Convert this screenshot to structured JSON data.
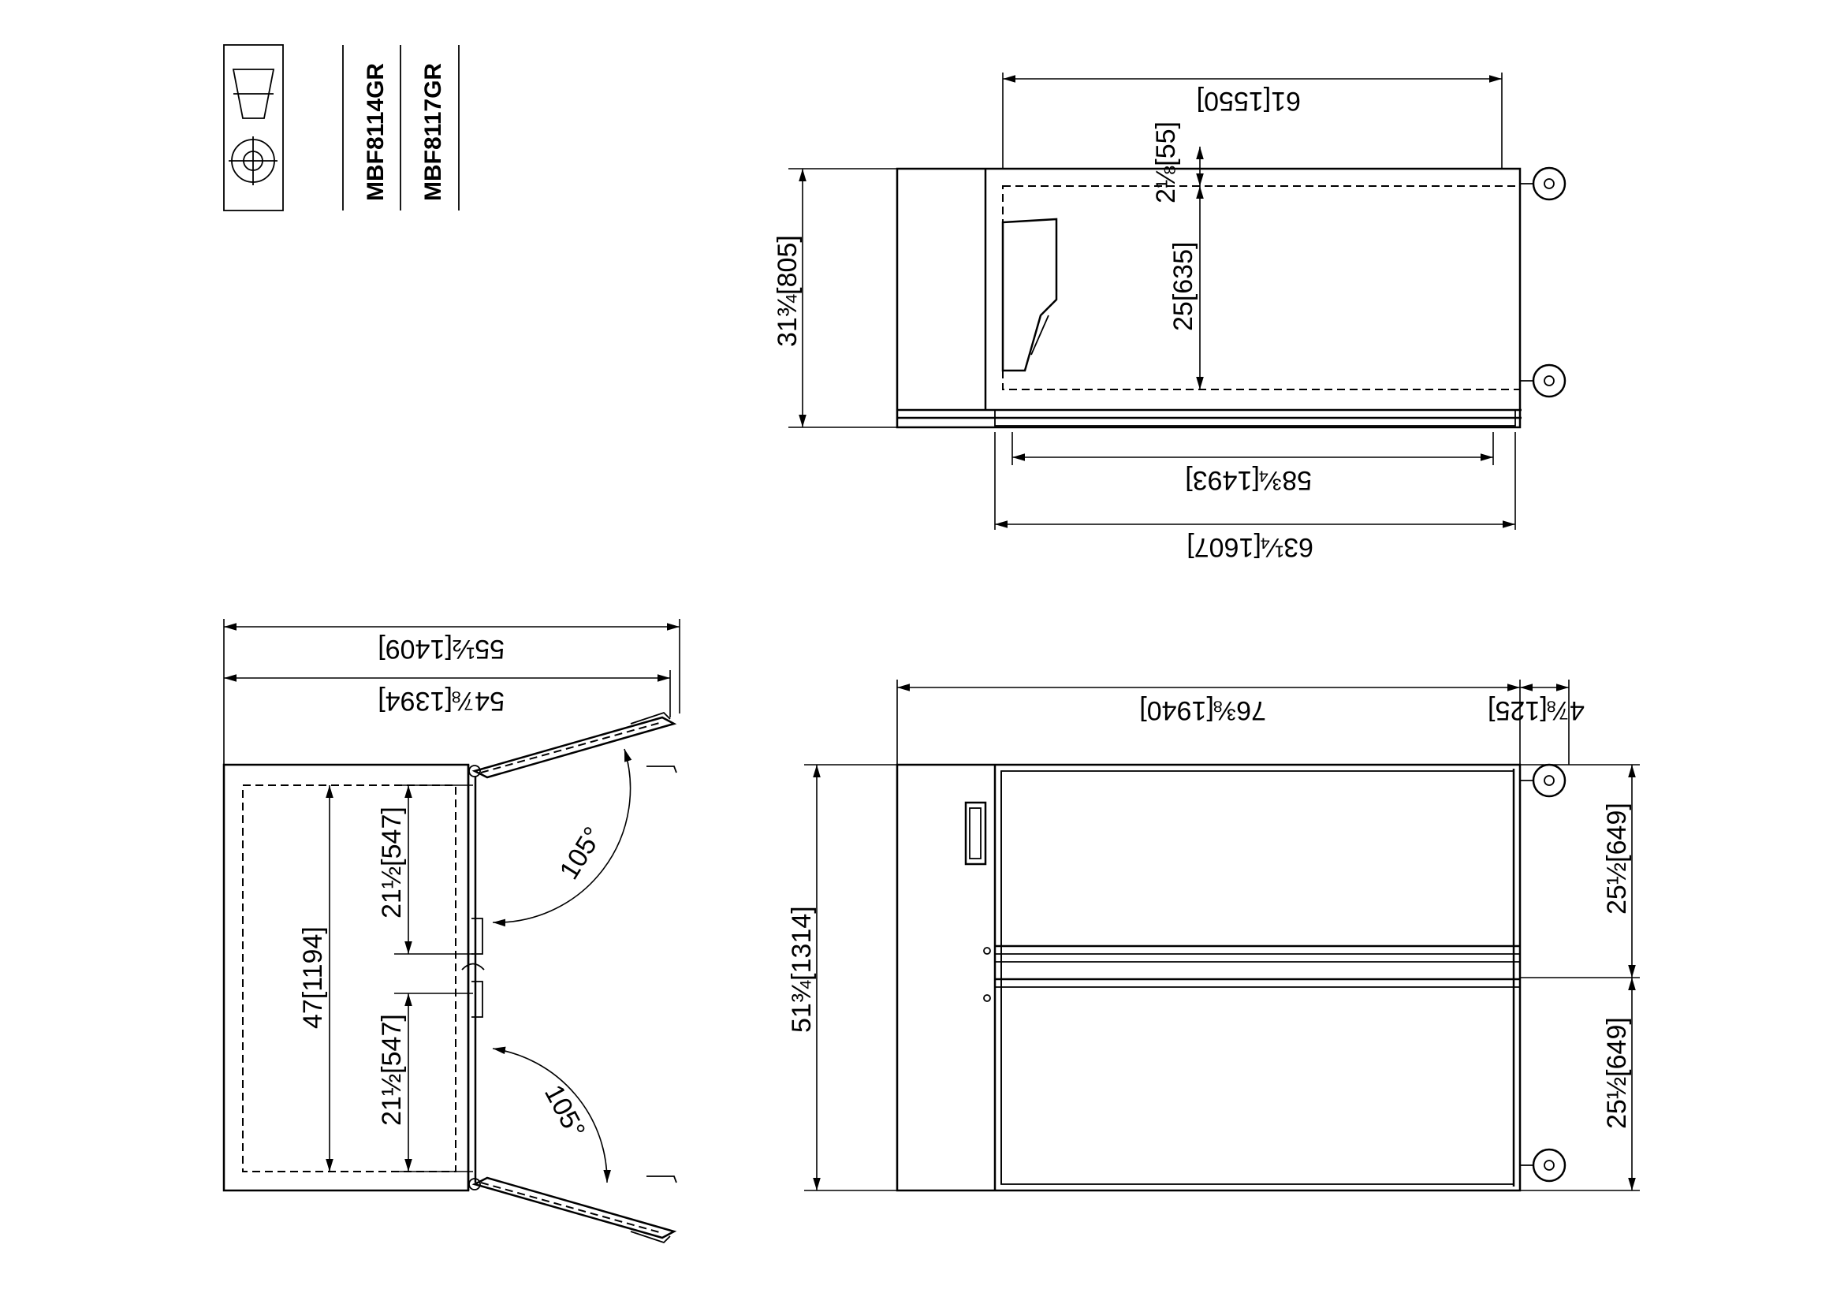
{
  "models": [
    "MBF8114GR",
    "MBF8117GR"
  ],
  "dims": {
    "top_width_outer": "61[1550]",
    "top_55": "2⅛[55]",
    "top_635": "25[635]",
    "top_height": "31¾[805]",
    "top_1493": "58¾[1493]",
    "top_1607": "63¼[1607]",
    "plan_1409": "55½[1409]",
    "plan_1394": "54⅞[1394]",
    "plan_547_a": "21½[547]",
    "plan_547_b": "21½[547]",
    "plan_1194": "47[1194]",
    "plan_angle_a": "105°",
    "plan_angle_b": "105°",
    "front_1940": "76⅜[1940]",
    "front_125": "4⅞[125]",
    "front_1314": "51¾[1314]",
    "front_649_a": "25½[649]",
    "front_649_b": "25½[649]"
  },
  "icons": [
    "projection-cone-icon",
    "projection-circle-icon"
  ]
}
